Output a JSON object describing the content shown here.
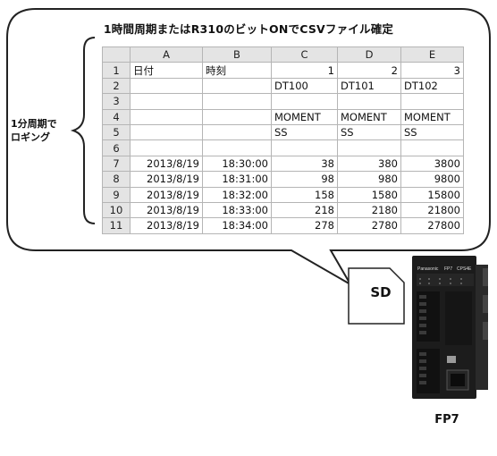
{
  "title": "1時間周期またはR310のビットONでCSVファイル確定",
  "side_label": {
    "line1": "1分周期で",
    "line2": "ロギング"
  },
  "sheet": {
    "columns": [
      "A",
      "B",
      "C",
      "D",
      "E"
    ],
    "rows": [
      {
        "n": "1",
        "cells": [
          [
            "日付",
            "txt"
          ],
          [
            "時刻",
            "txt"
          ],
          [
            "1",
            "num"
          ],
          [
            "2",
            "num"
          ],
          [
            "3",
            "num"
          ]
        ]
      },
      {
        "n": "2",
        "cells": [
          [
            "",
            "txt"
          ],
          [
            "",
            "txt"
          ],
          [
            "DT100",
            "txt"
          ],
          [
            "DT101",
            "txt"
          ],
          [
            "DT102",
            "txt"
          ]
        ]
      },
      {
        "n": "3",
        "cells": [
          [
            "",
            "txt"
          ],
          [
            "",
            "txt"
          ],
          [
            "",
            "txt"
          ],
          [
            "",
            "txt"
          ],
          [
            "",
            "txt"
          ]
        ]
      },
      {
        "n": "4",
        "cells": [
          [
            "",
            "txt"
          ],
          [
            "",
            "txt"
          ],
          [
            "MOMENT",
            "txt"
          ],
          [
            "MOMENT",
            "txt"
          ],
          [
            "MOMENT",
            "txt"
          ]
        ]
      },
      {
        "n": "5",
        "cells": [
          [
            "",
            "txt"
          ],
          [
            "",
            "txt"
          ],
          [
            "SS",
            "txt"
          ],
          [
            "SS",
            "txt"
          ],
          [
            "SS",
            "txt"
          ]
        ]
      },
      {
        "n": "6",
        "cells": [
          [
            "",
            "txt"
          ],
          [
            "",
            "txt"
          ],
          [
            "",
            "txt"
          ],
          [
            "",
            "txt"
          ],
          [
            "",
            "txt"
          ]
        ]
      },
      {
        "n": "7",
        "cells": [
          [
            "2013/8/19",
            "num"
          ],
          [
            "18:30:00",
            "num"
          ],
          [
            "38",
            "num"
          ],
          [
            "380",
            "num"
          ],
          [
            "3800",
            "num"
          ]
        ]
      },
      {
        "n": "8",
        "cells": [
          [
            "2013/8/19",
            "num"
          ],
          [
            "18:31:00",
            "num"
          ],
          [
            "98",
            "num"
          ],
          [
            "980",
            "num"
          ],
          [
            "9800",
            "num"
          ]
        ]
      },
      {
        "n": "9",
        "cells": [
          [
            "2013/8/19",
            "num"
          ],
          [
            "18:32:00",
            "num"
          ],
          [
            "158",
            "num"
          ],
          [
            "1580",
            "num"
          ],
          [
            "15800",
            "num"
          ]
        ]
      },
      {
        "n": "10",
        "cells": [
          [
            "2013/8/19",
            "num"
          ],
          [
            "18:33:00",
            "num"
          ],
          [
            "218",
            "num"
          ],
          [
            "2180",
            "num"
          ],
          [
            "21800",
            "num"
          ]
        ]
      },
      {
        "n": "11",
        "cells": [
          [
            "2013/8/19",
            "num"
          ],
          [
            "18:34:00",
            "num"
          ],
          [
            "278",
            "num"
          ],
          [
            "2780",
            "num"
          ],
          [
            "27800",
            "num"
          ]
        ]
      }
    ]
  },
  "sd_card": {
    "label": "SD"
  },
  "plc": {
    "label": "FP7",
    "brand_text": "Panasonic",
    "model_text": "FP7",
    "cpu_text": "CPS4E"
  },
  "colors": {
    "header_bg": "#e4e4e4",
    "grid": "#b5b5b5",
    "outline": "#222222",
    "plc_body": "#1c1c1c"
  }
}
